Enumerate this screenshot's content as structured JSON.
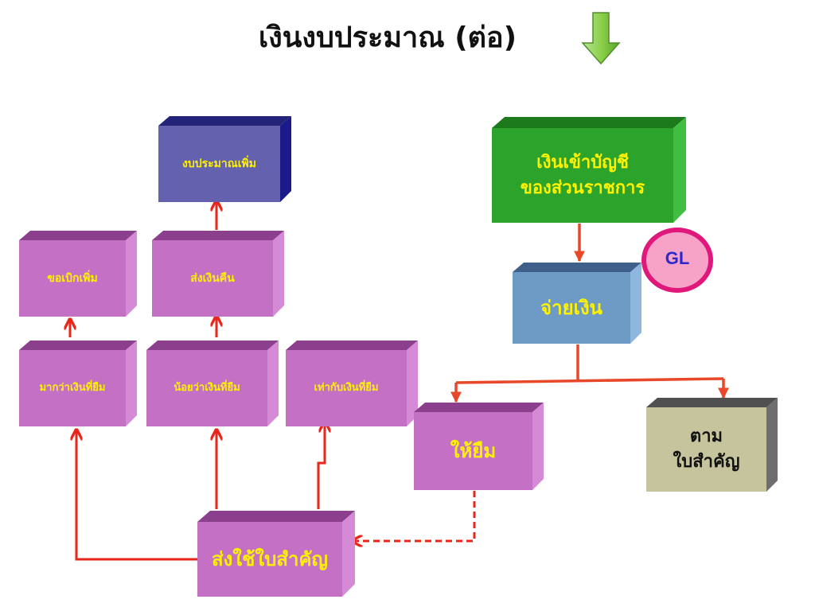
{
  "title": "เงินงบประมาณ (ต่อ)",
  "icons": {
    "title_arrow": "down-arrow-icon"
  },
  "colors": {
    "purple_box": "#c470c4",
    "navy_box": "#6461ae",
    "green_box": "#2ca42c",
    "blue_box": "#6e9ac6",
    "khaki_box": "#c5c49c",
    "arrow": "#e8261b",
    "label_yellow": "#fff200",
    "gl_ring": "#e0187c",
    "gl_fill": "#f7a3c8",
    "gl_text": "#2a2acc"
  },
  "nodes": {
    "budget_add": "งบประมาณเพิ่ม",
    "request_more": "ขอเบิกเพิ่ม",
    "return_money": "ส่งเงินคืน",
    "more_than_loan": "มากว่าเงินที่ยืม",
    "less_than_loan": "น้อยว่าเงินที่ยืม",
    "equal_loan": "เท่ากับเงินที่ยืม",
    "money_in": "เงินเข้าบัญชี\nของส่วนราชการ",
    "pay": "จ่ายเงิน",
    "lend": "ให้ยืม",
    "per_receipt": "ตาม\nใบสำคัญ",
    "send_receipt": "ส่งใช้ใบสำคัญ",
    "gl": "GL"
  }
}
